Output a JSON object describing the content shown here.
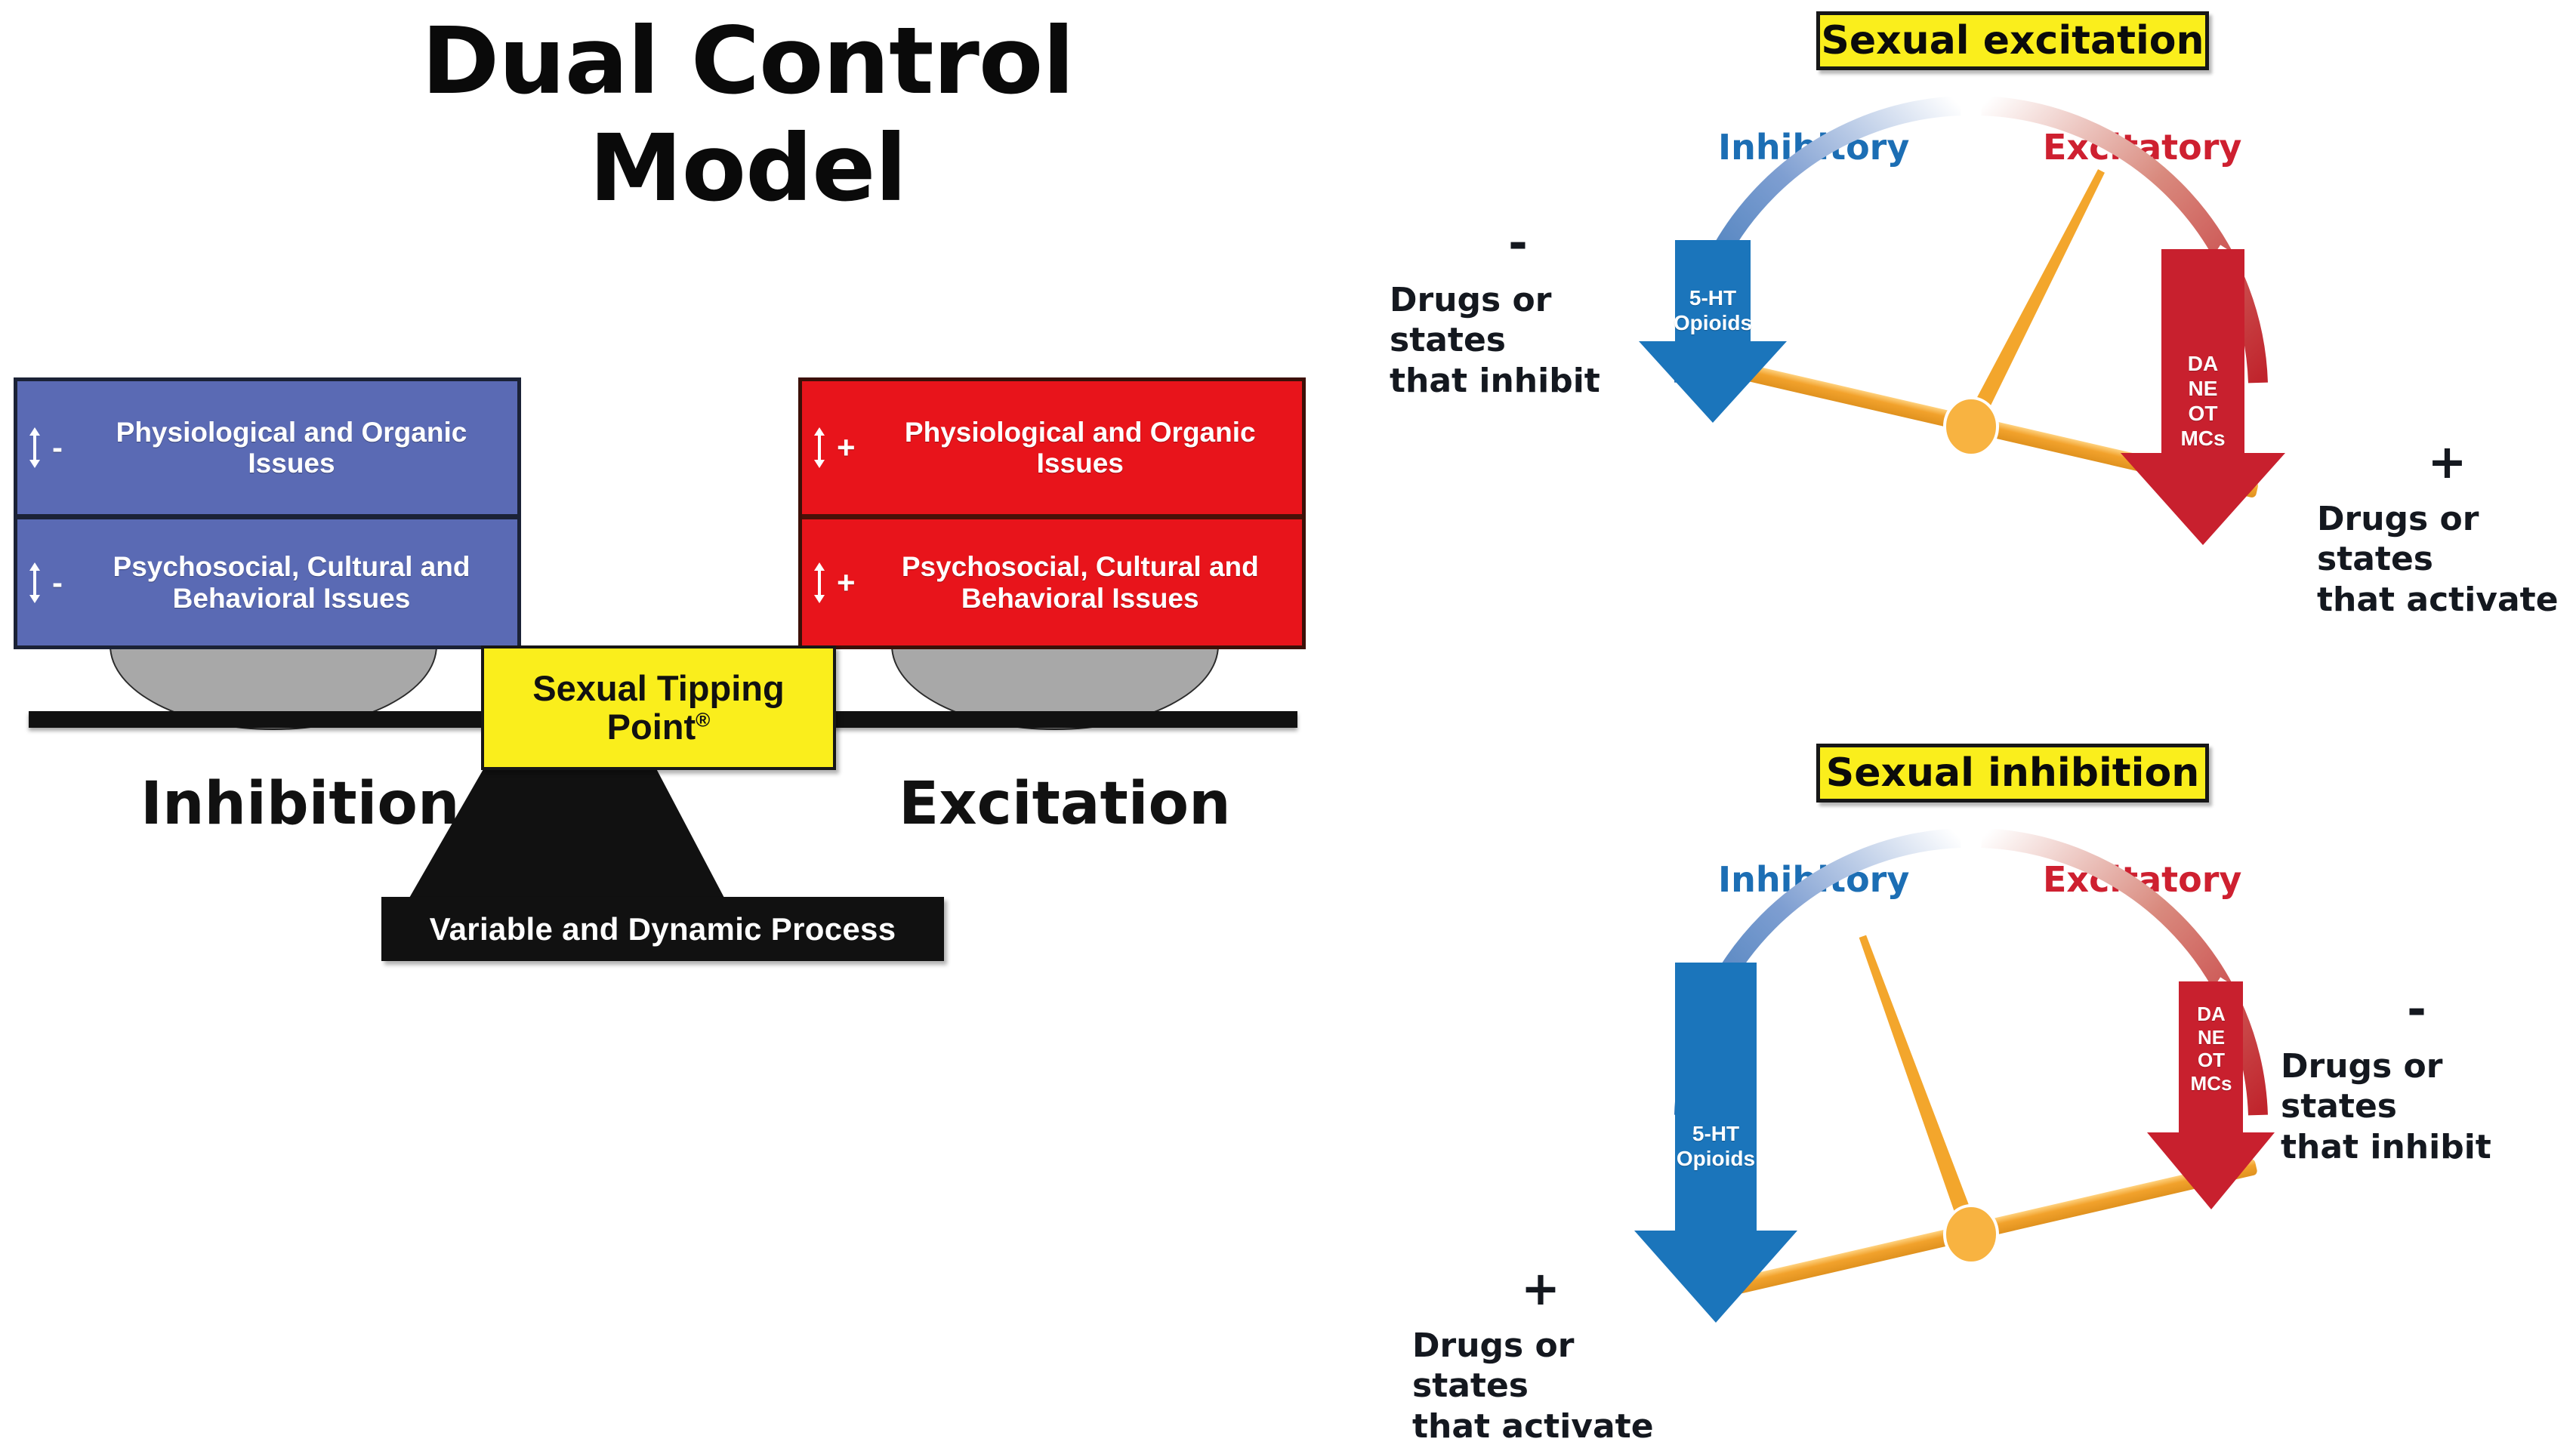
{
  "title": "Dual Control Model",
  "balance": {
    "left_pan": {
      "sign": "−",
      "rows": [
        {
          "icon": "updown-arrow-icon",
          "sign": "-",
          "text": "Physiological and Organic Issues"
        },
        {
          "icon": "updown-arrow-icon",
          "sign": "-",
          "text": "Psychosocial, Cultural and Behavioral Issues"
        }
      ]
    },
    "right_pan": {
      "sign": "+",
      "rows": [
        {
          "icon": "updown-arrow-icon",
          "sign": "+",
          "text": "Physiological and Organic Issues"
        },
        {
          "icon": "updown-arrow-icon",
          "sign": "+",
          "text": "Psychosocial, Cultural and Behavioral Issues"
        }
      ]
    },
    "tipping_point": "Sexual Tipping",
    "tipping_point_line2": "Point",
    "tipping_point_mark": "®",
    "fulcrum_caption": "Variable and Dynamic Process",
    "left_label": "Inhibition",
    "right_label": "Excitation",
    "colors": {
      "inhibition_box": "#5a6ab4",
      "excitation_box": "#e8141b",
      "tipping_point": "#faee1c",
      "fulcrum": "#111111",
      "pan_bowl": "#a8a8a8"
    }
  },
  "panels": [
    {
      "id": "sexual-excitation",
      "chip": "Sexual excitation",
      "gauge": {
        "inhibitory_tag": "Inhibitory",
        "excitatory_tag": "Excitatory",
        "left_arrow": {
          "label_lines": [
            "5-HT",
            "Opioids"
          ],
          "color": "#1b75bb",
          "size": "small"
        },
        "right_arrow": {
          "label_lines": [
            "DA",
            "NE",
            "OT",
            "MCs"
          ],
          "color": "#c8202e",
          "size": "large"
        },
        "needle_tilt_deg": -27,
        "beam_tilt_deg": 13
      },
      "left_note": {
        "sign": "-",
        "lines": [
          "Drugs or states",
          "that inhibit"
        ]
      },
      "right_note": {
        "sign": "+",
        "lines": [
          "Drugs or states",
          "that activate"
        ]
      }
    },
    {
      "id": "sexual-inhibition",
      "chip": "Sexual inhibition",
      "gauge": {
        "inhibitory_tag": "Inhibitory",
        "excitatory_tag": "Excitatory",
        "left_arrow": {
          "label_lines": [
            "5-HT",
            "Opioids"
          ],
          "color": "#1b75bb",
          "size": "large"
        },
        "right_arrow": {
          "label_lines": [
            "DA",
            "NE",
            "OT",
            "MCs"
          ],
          "color": "#c8202e",
          "size": "small"
        },
        "needle_tilt_deg": 20,
        "beam_tilt_deg": -13
      },
      "left_note": {
        "sign": "+",
        "lines": [
          "Drugs or states",
          "that activate"
        ]
      },
      "right_note": {
        "sign": "-",
        "lines": [
          "Drugs or states",
          "that inhibit"
        ]
      }
    }
  ]
}
